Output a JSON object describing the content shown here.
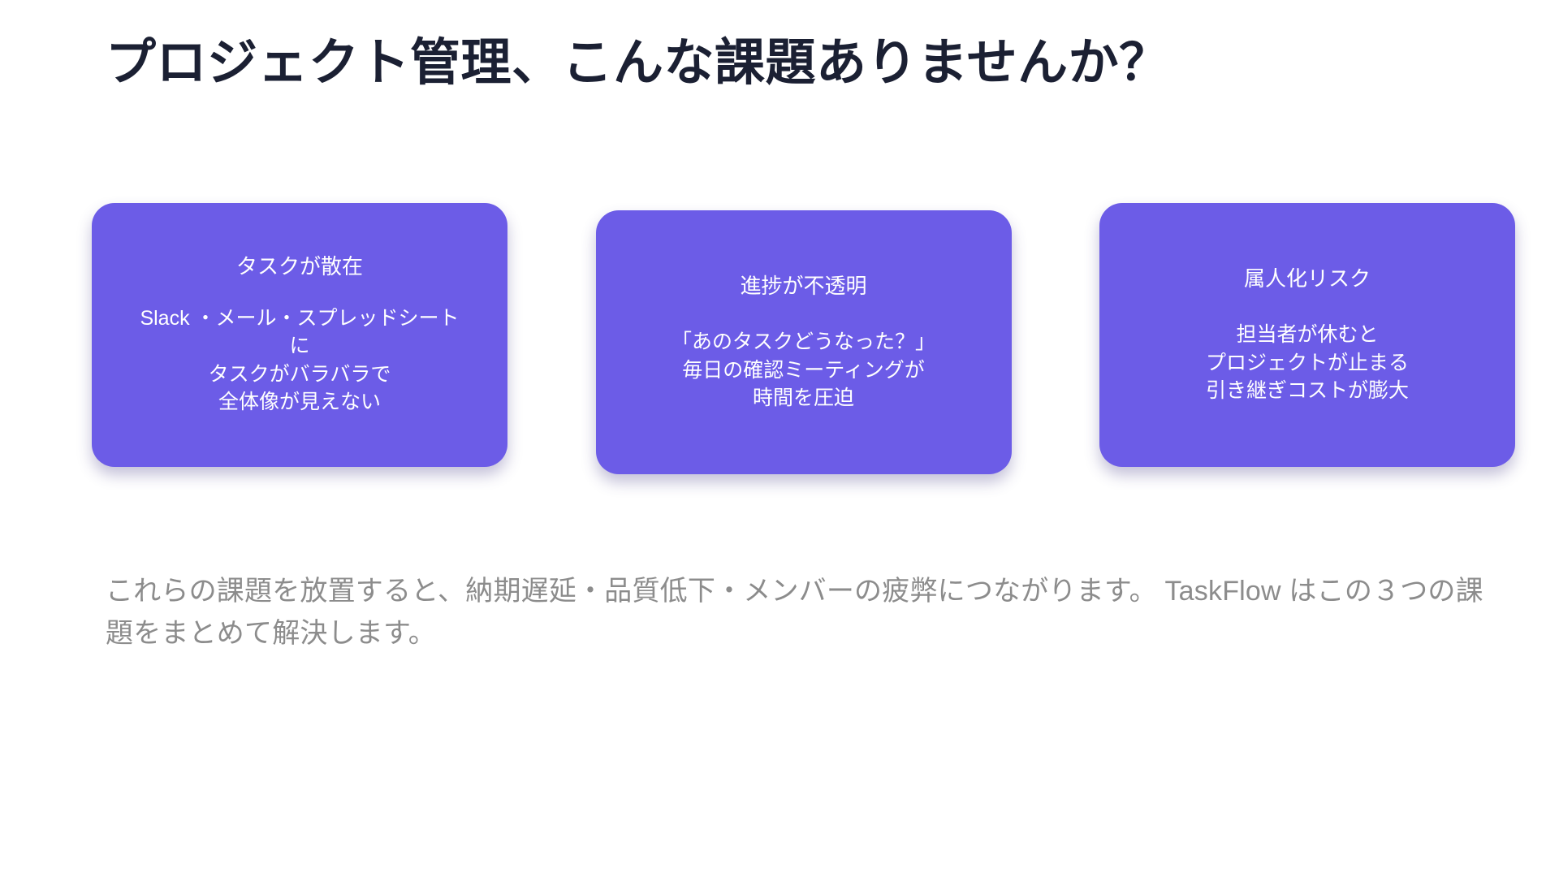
{
  "slide": {
    "title": "プロジェクト管理、こんな課題ありませんか？",
    "background_color": "#ffffff",
    "title_color": "#1b2033",
    "card_color": "#6C5CE7",
    "card_text_color": "#ffffff",
    "footnote_color": "#8c8c8c"
  },
  "cards": [
    {
      "title": "タスクが散在",
      "body": "Slack ・メール・スプレッドシート\nに\nタスクがバラバラで\n全体像が見えない"
    },
    {
      "title": "進捗が不透明",
      "body": "「あのタスクどうなった？」\n毎日の確認ミーティングが\n時間を圧迫"
    },
    {
      "title": "属人化リスク",
      "body": "担当者が休むと\nプロジェクトが止まる\n引き継ぎコストが膨大"
    }
  ],
  "footnote": {
    "text": "これらの課題を放置すると、納期遅延・品質低下・メンバーの疲弊につながります。 TaskFlow はこの３つの課題をまとめて解決します。"
  }
}
